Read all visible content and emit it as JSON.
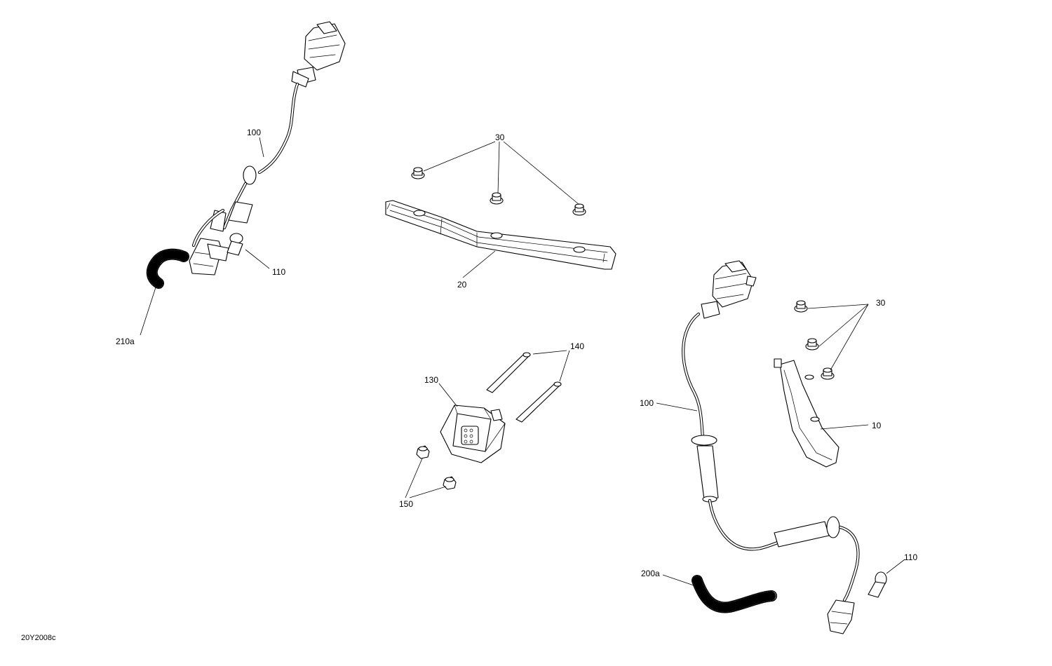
{
  "figure": {
    "code": "20Y2008c"
  },
  "callouts": {
    "c100_top": "100",
    "c110_top": "110",
    "c210a": "210a",
    "c30_top": "30",
    "c20": "20",
    "c140": "140",
    "c130": "130",
    "c150": "150",
    "c100_right": "100",
    "c30_right": "30",
    "c10": "10",
    "c200a": "200a",
    "c110_bottom": "110"
  }
}
